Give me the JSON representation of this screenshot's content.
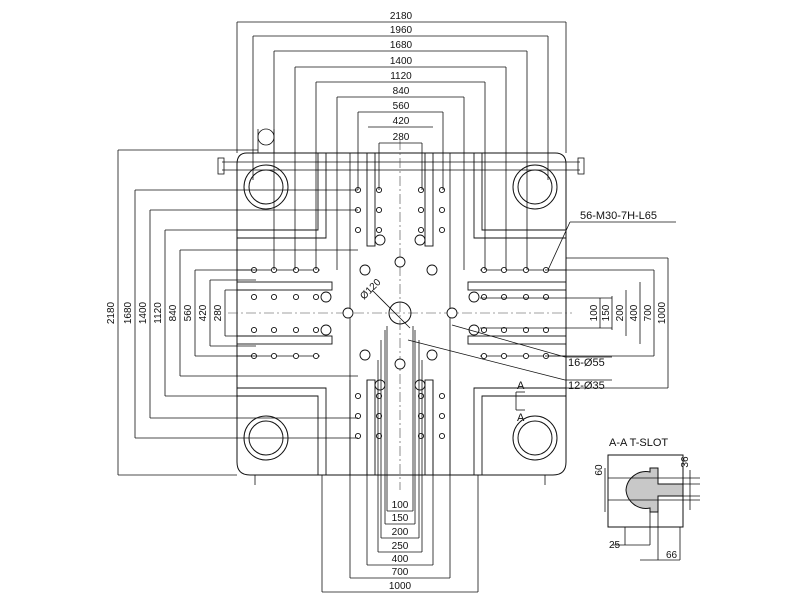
{
  "top_dimensions": [
    "2180",
    "1960",
    "1680",
    "1400",
    "1120",
    "840",
    "560",
    "420",
    "280"
  ],
  "left_dimensions": [
    "2180",
    "1680",
    "1400",
    "1120",
    "840",
    "560",
    "420",
    "280"
  ],
  "right_dimensions": [
    "100",
    "150",
    "200",
    "400",
    "700",
    "1000"
  ],
  "bottom_dimensions": [
    "100",
    "150",
    "200",
    "250",
    "400",
    "700",
    "1000"
  ],
  "center_hole_label": "Ø120",
  "callouts": {
    "threaded_holes": "56-M30-7H-L65",
    "holes_55": "16-Ø55",
    "holes_35": "12-Ø35"
  },
  "section_marker": "A",
  "tslot": {
    "title": "A-A  T-SLOT",
    "dims": [
      "60",
      "36",
      "25",
      "66"
    ]
  }
}
